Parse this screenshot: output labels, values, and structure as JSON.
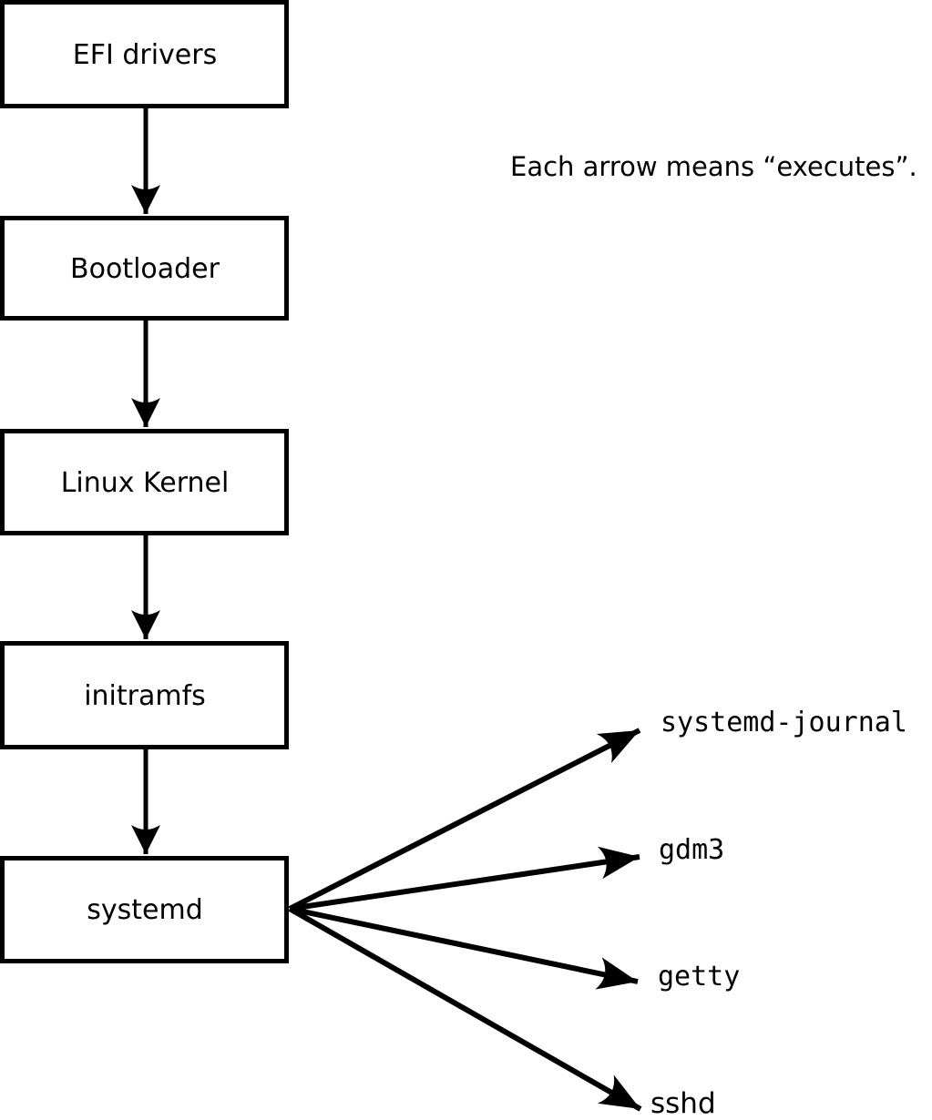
{
  "diagram": {
    "caption": "Each arrow means “executes”.",
    "boxes": [
      {
        "label": "EFI drivers"
      },
      {
        "label": "Bootloader"
      },
      {
        "label": "Linux Kernel"
      },
      {
        "label": "initramfs"
      },
      {
        "label": "systemd"
      }
    ],
    "chain_arrow_meaning": "executes",
    "targets": [
      {
        "label": "systemd-journal"
      },
      {
        "label": "gdm3"
      },
      {
        "label": "getty"
      },
      {
        "label": "sshd"
      }
    ],
    "colors": {
      "ink": "#000000",
      "background": "#ffffff"
    }
  }
}
